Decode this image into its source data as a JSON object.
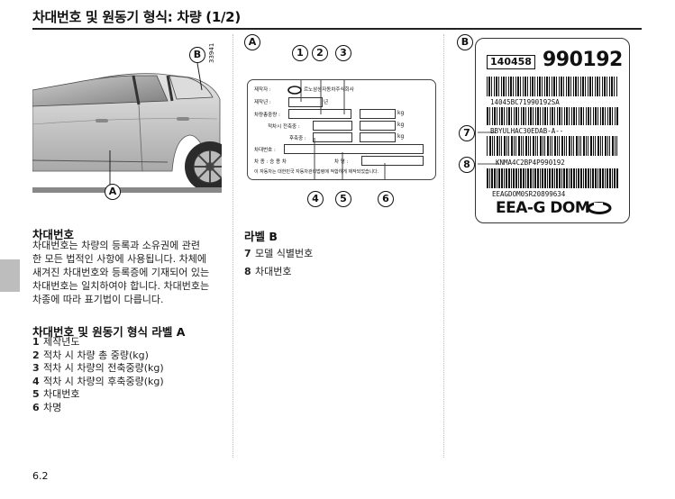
{
  "header": {
    "title": "차대번호 및 원동기 형식: 차량 (1/2)"
  },
  "figure_car": {
    "callout_a": "A",
    "callout_b": "B",
    "ref_number": "33941"
  },
  "section_vin": {
    "heading": "차대번호",
    "lines": [
      "차대번호는 차량의 등록과 소유권에 관련",
      "한 모든 법적인 사항에 사용됩니다. 차체에",
      "새겨진 차대번호와 등록증에 기재되어 있는",
      "차대번호는 일치하여야 합니다. 차대번호는",
      "차종에 따라 표기법이 다릅니다."
    ]
  },
  "section_label_a": {
    "heading": "차대번호 및 원동기 형식 라벨 A",
    "items": [
      {
        "num": "1",
        "text": "제작년도"
      },
      {
        "num": "2",
        "text": "적차 시 차량 총 중량(kg)"
      },
      {
        "num": "3",
        "text": "적차 시 차량의 전축중량(kg)"
      },
      {
        "num": "4",
        "text": "적차 시 차량의 후축중량(kg)"
      },
      {
        "num": "5",
        "text": "차대번호"
      },
      {
        "num": "6",
        "text": "차명"
      }
    ]
  },
  "plate_a": {
    "callout": "A",
    "callouts": [
      "1",
      "2",
      "3",
      "4",
      "5",
      "6"
    ],
    "maker_label": "제작자 :",
    "maker_name": "르노삼성자동차주식회사",
    "year_label": "제작년 :",
    "year_unit": "년",
    "gross_label": "차량총중량 :",
    "front_axle_label": "적차시 전축중 :",
    "rear_axle_label": "후축중 :",
    "kg": "kg",
    "vin_label": "차대번호 :",
    "model_label": "차 종 : 승 용 차",
    "name_label": "차 명 :",
    "footer": "이 자동차는 대한민국 자동차관리법령에 적합하게 제작되었습니다."
  },
  "section_label_b": {
    "heading": "라벨 B",
    "items": [
      {
        "num": "7",
        "text": "모델 식별번호"
      },
      {
        "num": "8",
        "text": "차대번호"
      }
    ]
  },
  "plate_b": {
    "callout": "B",
    "callouts": [
      "7",
      "8"
    ],
    "small_code": "140458",
    "big_code": "990192",
    "barcode1_text": "14045BC71990192SA",
    "model_id": "BBYULHAC30EDAB-A--",
    "vin": "KNMA4C2BP4P990192",
    "bottom_code": "EEAGDOM0SR20899634",
    "dom_code": "EEA-G DOM"
  },
  "footer": {
    "page_number": "6.2"
  }
}
